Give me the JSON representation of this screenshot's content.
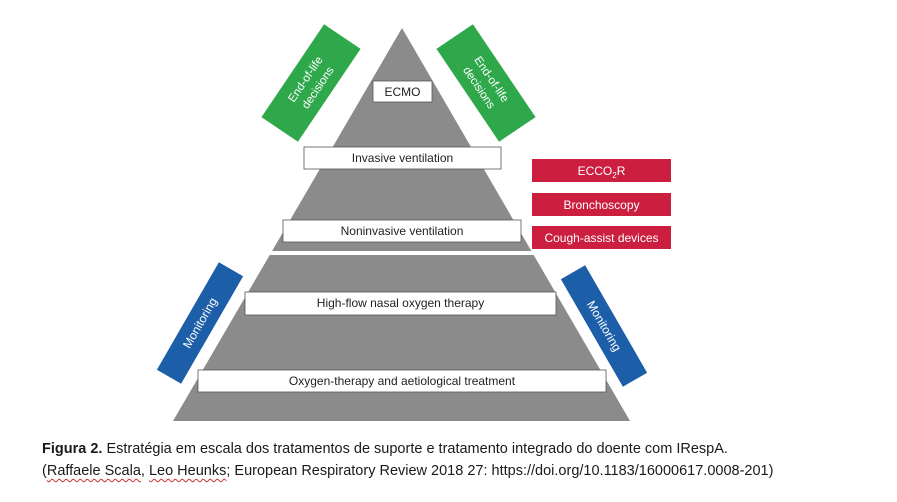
{
  "pyramid": {
    "levels": [
      "ECMO",
      "Invasive ventilation",
      "Noninvasive ventilation",
      "High-flow nasal oxygen therapy",
      "Oxygen-therapy and aetiological treatment"
    ]
  },
  "end_of_life": {
    "left": [
      "End-of-life",
      "decisions"
    ],
    "right": [
      "End-of-life",
      "decisions"
    ]
  },
  "monitoring": {
    "left": "Monitoring",
    "right": "Monitoring"
  },
  "adjuncts": {
    "ecco2r_main": "ECCO",
    "ecco2r_sub": "2",
    "ecco2r_tail": "R",
    "bronchoscopy": "Bronchoscopy",
    "cough_assist": "Cough-assist devices"
  },
  "caption": {
    "label": "Figura 2.",
    "text": " Estratégia em escala dos tratamentos de suporte e tratamento integrado do doente com IRespA.",
    "line2_open": "(",
    "author1": "Raffaele Scala",
    "sep": ", ",
    "author2": "Leo Heunks",
    "rest": "; European Respiratory Review 2018 27: https://doi.org/10.1183/16000617.0008-201)"
  },
  "colors": {
    "pyramid_gray": "#8b8b8b",
    "band_white": "#ffffff",
    "green": "#2ea84a",
    "blue": "#1d5ea8",
    "crimson": "#cc1f3f"
  }
}
